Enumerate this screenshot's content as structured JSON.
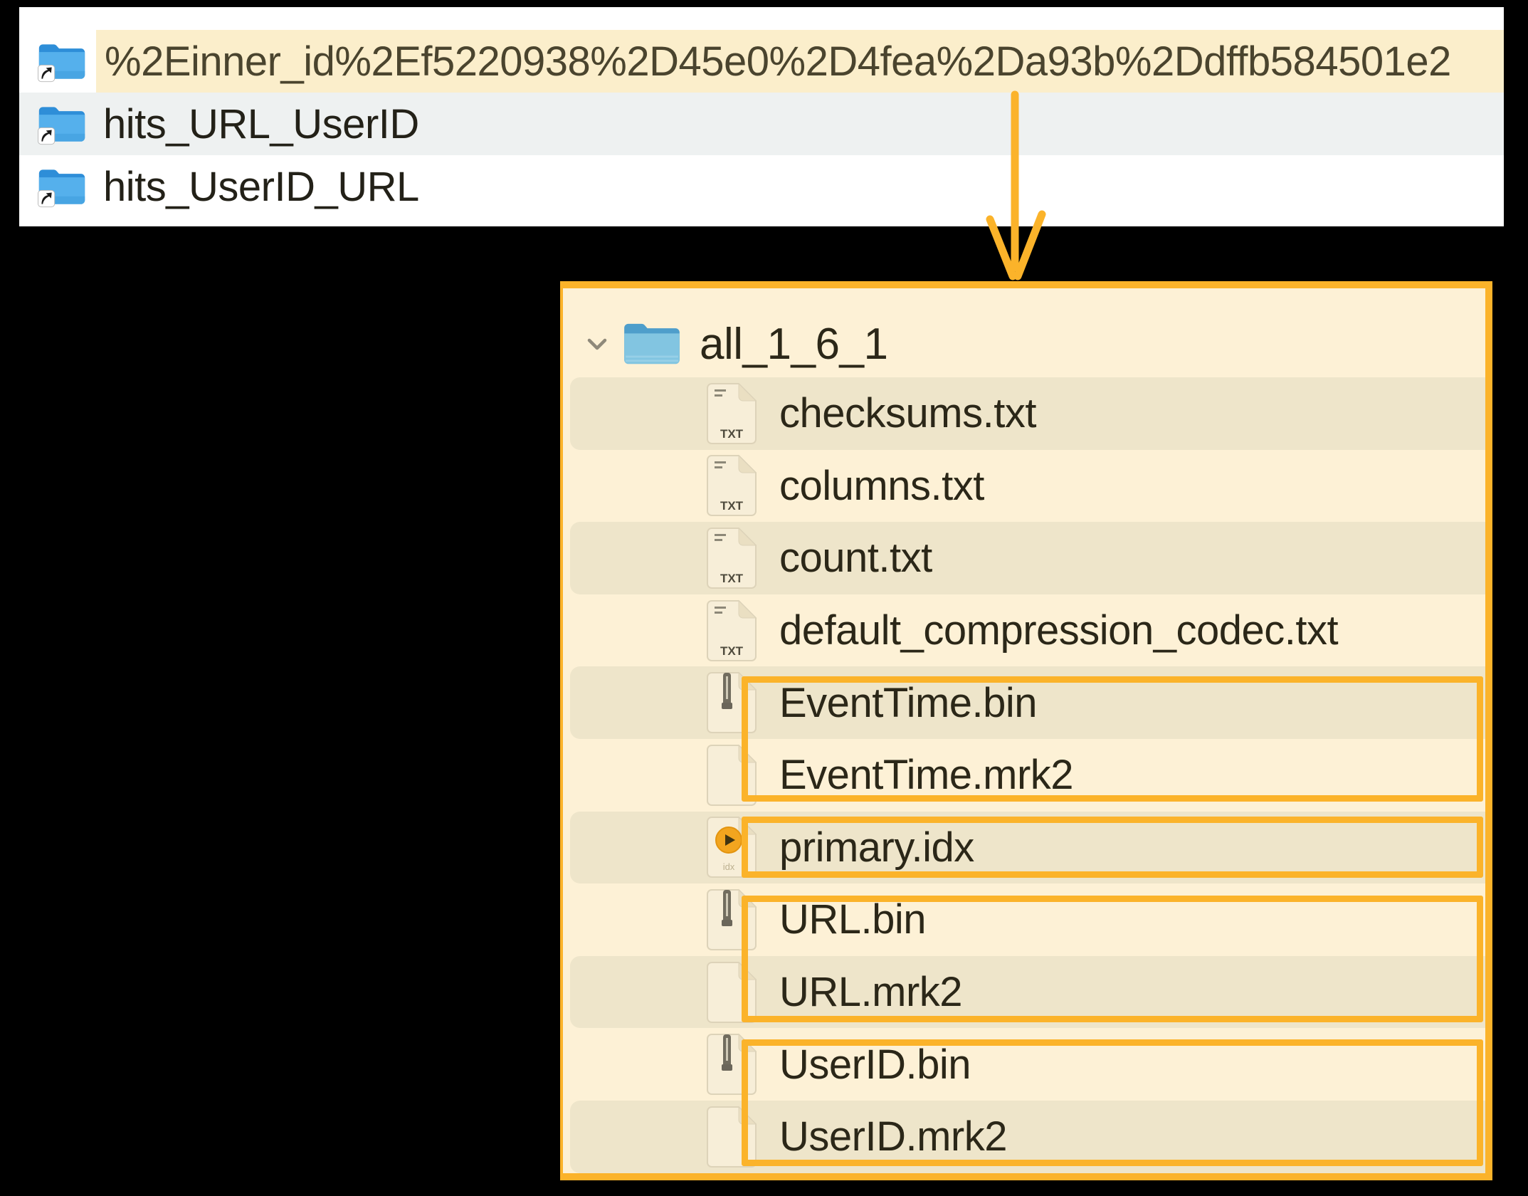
{
  "colors": {
    "background": "#000000",
    "annotation_orange": "#fbb32a",
    "row_highlight_yellow": "#fbeecb",
    "panel_cream": "#fdf1d6",
    "row_stripe": "#eee5ca",
    "row_gray": "#eef1f1",
    "text_dark": "#2b2718",
    "folder_blue": "#55b0ec"
  },
  "top_panel": {
    "rows": [
      {
        "name": "%2Einner_id%2Ef5220938%2D45e0%2D4fea%2Da93b%2Ddffb584501e2",
        "icon": "folder-alias",
        "highlighted": true
      },
      {
        "name": "hits_URL_UserID",
        "icon": "folder-alias",
        "highlighted": false
      },
      {
        "name": "hits_UserID_URL",
        "icon": "folder-alias",
        "highlighted": false
      }
    ]
  },
  "tree_panel": {
    "root": {
      "name": "all_1_6_1",
      "icon": "folder",
      "expanded": true
    },
    "files": [
      {
        "name": "checksums.txt",
        "icon": "txt"
      },
      {
        "name": "columns.txt",
        "icon": "txt"
      },
      {
        "name": "count.txt",
        "icon": "txt"
      },
      {
        "name": "default_compression_codec.txt",
        "icon": "txt"
      },
      {
        "name": "EventTime.bin",
        "icon": "bin"
      },
      {
        "name": "EventTime.mrk2",
        "icon": "plain"
      },
      {
        "name": "primary.idx",
        "icon": "idx"
      },
      {
        "name": "URL.bin",
        "icon": "bin"
      },
      {
        "name": "URL.mrk2",
        "icon": "plain"
      },
      {
        "name": "UserID.bin",
        "icon": "bin"
      },
      {
        "name": "UserID.mrk2",
        "icon": "plain"
      }
    ]
  },
  "annotations": {
    "arrow_direction": "down",
    "boxed_file_groups": [
      [
        "EventTime.bin",
        "EventTime.mrk2"
      ],
      [
        "primary.idx"
      ],
      [
        "URL.bin",
        "URL.mrk2"
      ],
      [
        "UserID.bin",
        "UserID.mrk2"
      ]
    ]
  }
}
